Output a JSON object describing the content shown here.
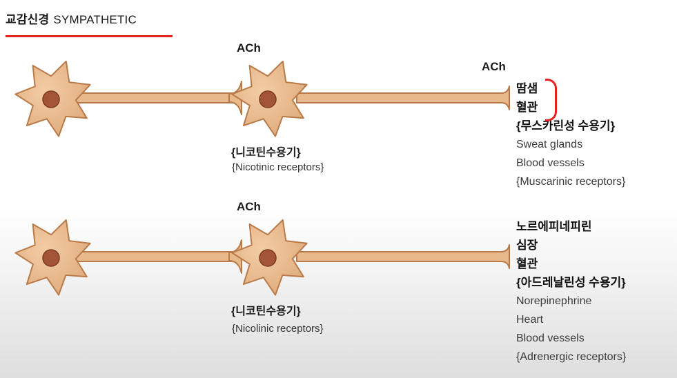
{
  "header": {
    "title_ko": "교감신경",
    "title_en": "SYMPATHETIC"
  },
  "colors": {
    "neuron_fill": "#e8b98a",
    "neuron_stroke": "#b97a48",
    "nucleus": "#a45538",
    "accent": "#e8211f"
  },
  "top": {
    "ach_pre": "ACh",
    "ach_post": "ACh",
    "receptor_ko": "{니코틴수용기}",
    "receptor_en": "{Nicotinic receptors}",
    "targets_ko": [
      "땀샘",
      "혈관",
      "{무스카린성 수용기}"
    ],
    "targets_en": [
      "Sweat glands",
      "Blood vessels",
      "{Muscarinic receptors}"
    ]
  },
  "bottom": {
    "ach_pre": "ACh",
    "receptor_ko": "{니코틴수용기}",
    "receptor_en": "{Nicolinic receptors}",
    "targets_ko": [
      "노르에피네피린",
      "심장",
      "혈관",
      "{아드레날린성 수용기}"
    ],
    "targets_en": [
      "Norepinephrine",
      "Heart",
      "Blood vessels",
      "{Adrenergic receptors}"
    ]
  }
}
